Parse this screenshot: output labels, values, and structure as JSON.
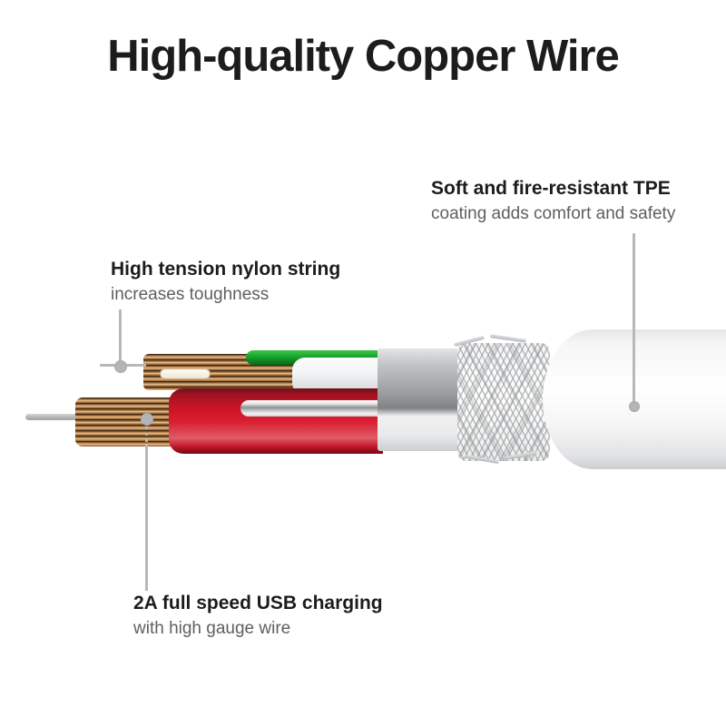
{
  "title": "High-quality Copper Wire",
  "annotations": {
    "tpe": {
      "heading": "Soft and fire-resistant TPE",
      "sub": "coating adds comfort and safety"
    },
    "nylon": {
      "heading": "High tension nylon string",
      "sub": "increases toughness"
    },
    "usb": {
      "heading": "2A full speed USB charging",
      "sub": "with high gauge wire"
    }
  },
  "colors": {
    "background": "#ffffff",
    "heading_text": "#1c1c1c",
    "sub_text": "#5f5f5f",
    "leader_line": "#b8b8b8",
    "copper_strand": "#c2925f",
    "green_wire": "#1ba52e",
    "red_jacket": "#d01528",
    "silver_conductor": "#a7a9ac",
    "foil_shield": "#97999c",
    "braided_shield": "#c7c9cb",
    "tpe_outer_jacket": "#f5f5f6"
  }
}
